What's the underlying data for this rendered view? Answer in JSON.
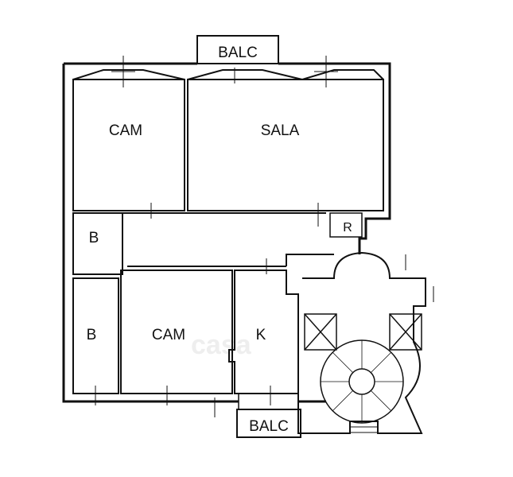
{
  "rooms": {
    "balc_top": "BALC",
    "cam_top": "CAM",
    "sala": "SALA",
    "b_top": "B",
    "r": "R",
    "b_bottom": "B",
    "cam_bottom": "CAM",
    "k": "K",
    "balc_bottom": "BALC"
  },
  "watermark": "casa"
}
